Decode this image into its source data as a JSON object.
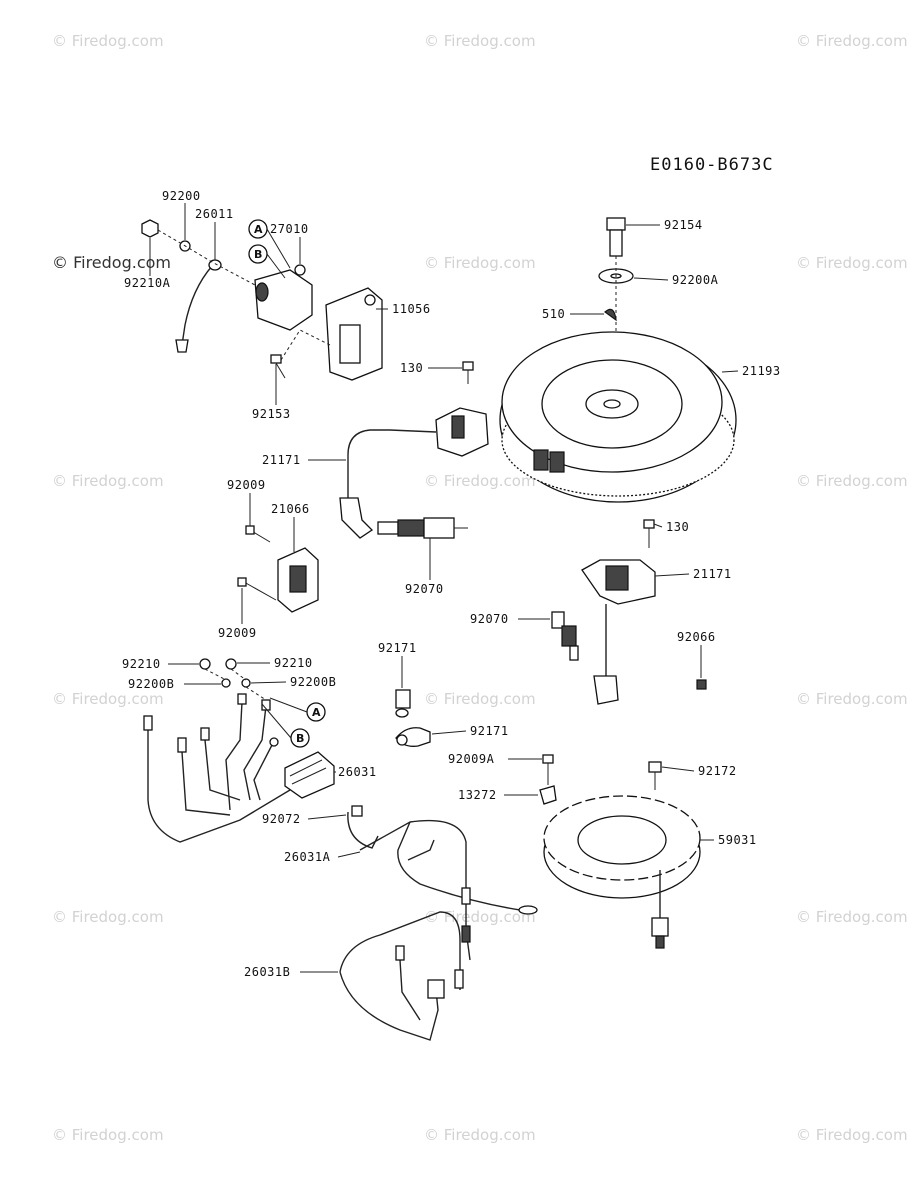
{
  "diagram_code": "E0160-B673C",
  "watermark": "© Firedog.com",
  "watermark_dark": "© Firedog.com",
  "callout_letters": {
    "a": "A",
    "b": "B"
  },
  "parts": {
    "p92200_top": "92200",
    "p26011": "26011",
    "p27010": "27010",
    "p92210A": "92210A",
    "p11056": "11056",
    "p92153": "92153",
    "p92154": "92154",
    "p92200A": "92200A",
    "p510": "510",
    "p130_top": "130",
    "p21193": "21193",
    "p21171_left": "21171",
    "p92009_top": "92009",
    "p21066": "21066",
    "p92009_bottom": "92009",
    "p92070_left": "92070",
    "p130_right": "130",
    "p21171_right": "21171",
    "p92070_right": "92070",
    "p92066": "92066",
    "p92210_left": "92210",
    "p92210_right": "92210",
    "p92200B_left": "92200B",
    "p92200B_right": "92200B",
    "p92171_top": "92171",
    "p92171_bottom": "92171",
    "p92009A": "92009A",
    "p92172": "92172",
    "p26031": "26031",
    "p13272": "13272",
    "p92072": "92072",
    "p59031": "59031",
    "p26031A": "26031A",
    "p26031B": "26031B"
  }
}
